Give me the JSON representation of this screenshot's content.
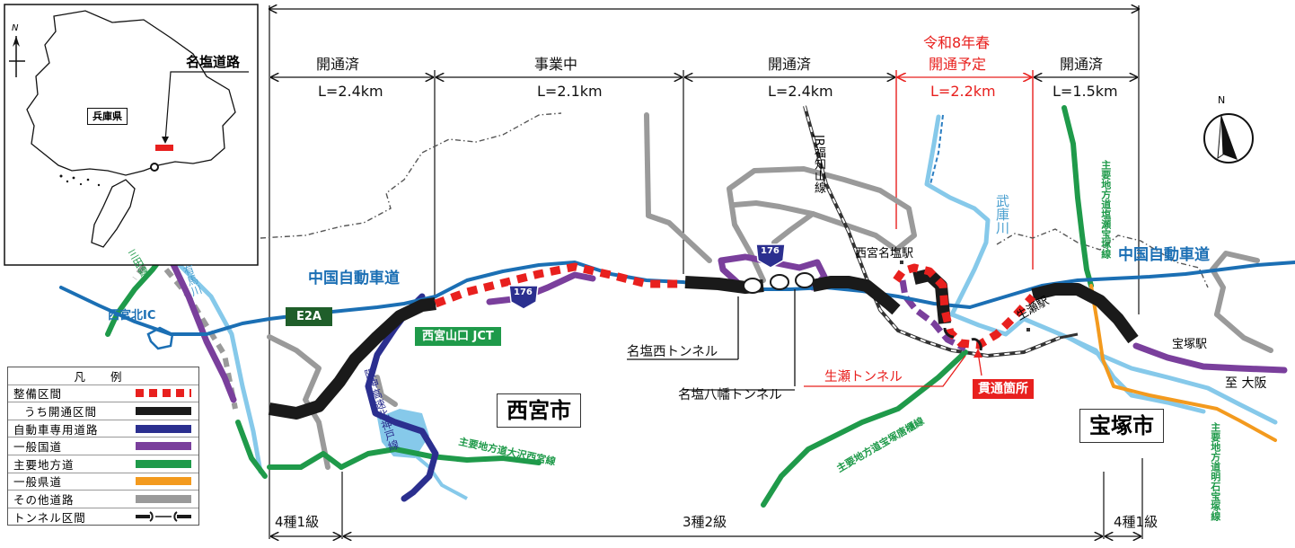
{
  "segments": [
    {
      "status": "開通済",
      "length": "L=2.4km"
    },
    {
      "status": "事業中",
      "length": "L=2.1km"
    },
    {
      "status": "開通済",
      "length": "L=2.4km"
    },
    {
      "status_line1": "令和8年春",
      "status_line2": "開通予定",
      "length": "L=2.2km"
    },
    {
      "status": "開通済",
      "length": "L=1.5km"
    }
  ],
  "grades": [
    "4種1級",
    "3種2級",
    "4種1級"
  ],
  "inset": {
    "route_label": "名塩道路",
    "prefecture": "兵庫県",
    "north_mark": "N"
  },
  "north_mark": "N",
  "roads": {
    "chugoku_expressway": "中国自動車道",
    "e2a_badge": "E2A",
    "route_176": "176",
    "nishinomiya_ic": "西宮北IC",
    "nishinomiya_yamaguchi_jct": "西宮山口 JCT",
    "hanshin_kitakobe": "阪神高速北神戸線",
    "osawa_nishinomiya": "主要地方道大沢西宮線",
    "takarazuka_sasayama": "主要地方道宝塚唐櫃線",
    "shiose_takarazuka": "主要地方道塩瀬宝塚線",
    "akashi_takarazuka": "主要地方道明石宝塚線",
    "arima_river": "有馬川",
    "mukogawa": "武庫川",
    "jr_fukuchiyama": "JR福知山線",
    "sanda_line": "三田線"
  },
  "places": {
    "nishinomiya_city": "西宮市",
    "takarazuka_city": "宝塚市",
    "nishinomiya_najio_station": "西宮名塩駅",
    "namaze_station": "生瀬駅",
    "takarazuka_station": "宝塚駅",
    "to_osaka": "至 大阪"
  },
  "callouts": {
    "najio_nishi_tunnel": "名塩西トンネル",
    "najio_yawata_tunnel": "名塩八幡トンネル",
    "namaze_tunnel": "生瀬トンネル",
    "breakthrough": "貫通箇所"
  },
  "legend": {
    "title": "凡 例",
    "items": [
      {
        "label": "整備区間",
        "color": "#e8201e",
        "style": "dash"
      },
      {
        "label": "うち開通区間",
        "color": "#1a1a1a",
        "style": "solid"
      },
      {
        "label": "自動車専用道路",
        "color": "#2b2f8f",
        "style": "solid"
      },
      {
        "label": "一般国道",
        "color": "#7a3f9c",
        "style": "solid"
      },
      {
        "label": "主要地方道",
        "color": "#1f9a4a",
        "style": "solid"
      },
      {
        "label": "一般県道",
        "color": "#f39a1e",
        "style": "solid"
      },
      {
        "label": "その他道路",
        "color": "#9a9a9a",
        "style": "solid"
      },
      {
        "label": "トンネル区間",
        "color": "#1a1a1a",
        "style": "tunnel"
      }
    ]
  },
  "colors": {
    "expressway": "#1b6fb4",
    "national": "#7a3f9c",
    "prefectural_main": "#1f9a4a",
    "prefectural": "#f39a1e",
    "other": "#9a9a9a",
    "project": "#e8201e",
    "opened": "#1a1a1a",
    "river": "#86c9ea",
    "motorway": "#2b2f8f"
  }
}
